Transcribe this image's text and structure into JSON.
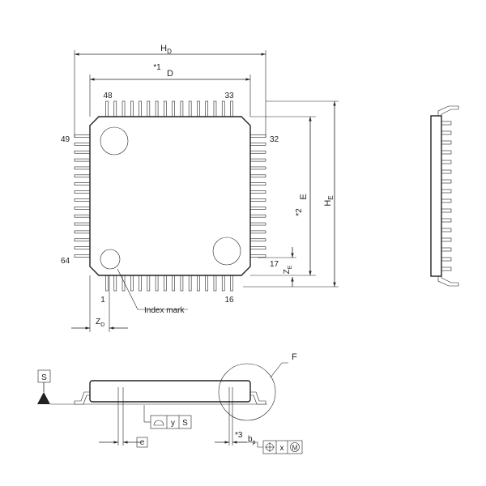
{
  "dimensions": {
    "hd": {
      "main": "H",
      "sub": "D"
    },
    "d": "D",
    "note1": "*1",
    "e": "E",
    "note2": "*2",
    "he": {
      "main": "H",
      "sub": "E"
    },
    "ze": {
      "main": "Z",
      "sub": "E"
    },
    "zd": {
      "main": "Z",
      "sub": "D"
    },
    "e_pitch": "e",
    "bp": {
      "main": "b",
      "sub": "p"
    },
    "note3": "*3"
  },
  "pins": {
    "p1": "1",
    "p16": "16",
    "p17": "17",
    "p32": "32",
    "p33": "33",
    "p48": "48",
    "p49": "49",
    "p64": "64"
  },
  "labels": {
    "index_mark": "Index mark",
    "detail": "F",
    "seating_plane": "S"
  },
  "tolerance": {
    "flatness": {
      "value": "y",
      "datum": "S"
    },
    "position": {
      "value": "x",
      "modifier": "M"
    }
  }
}
